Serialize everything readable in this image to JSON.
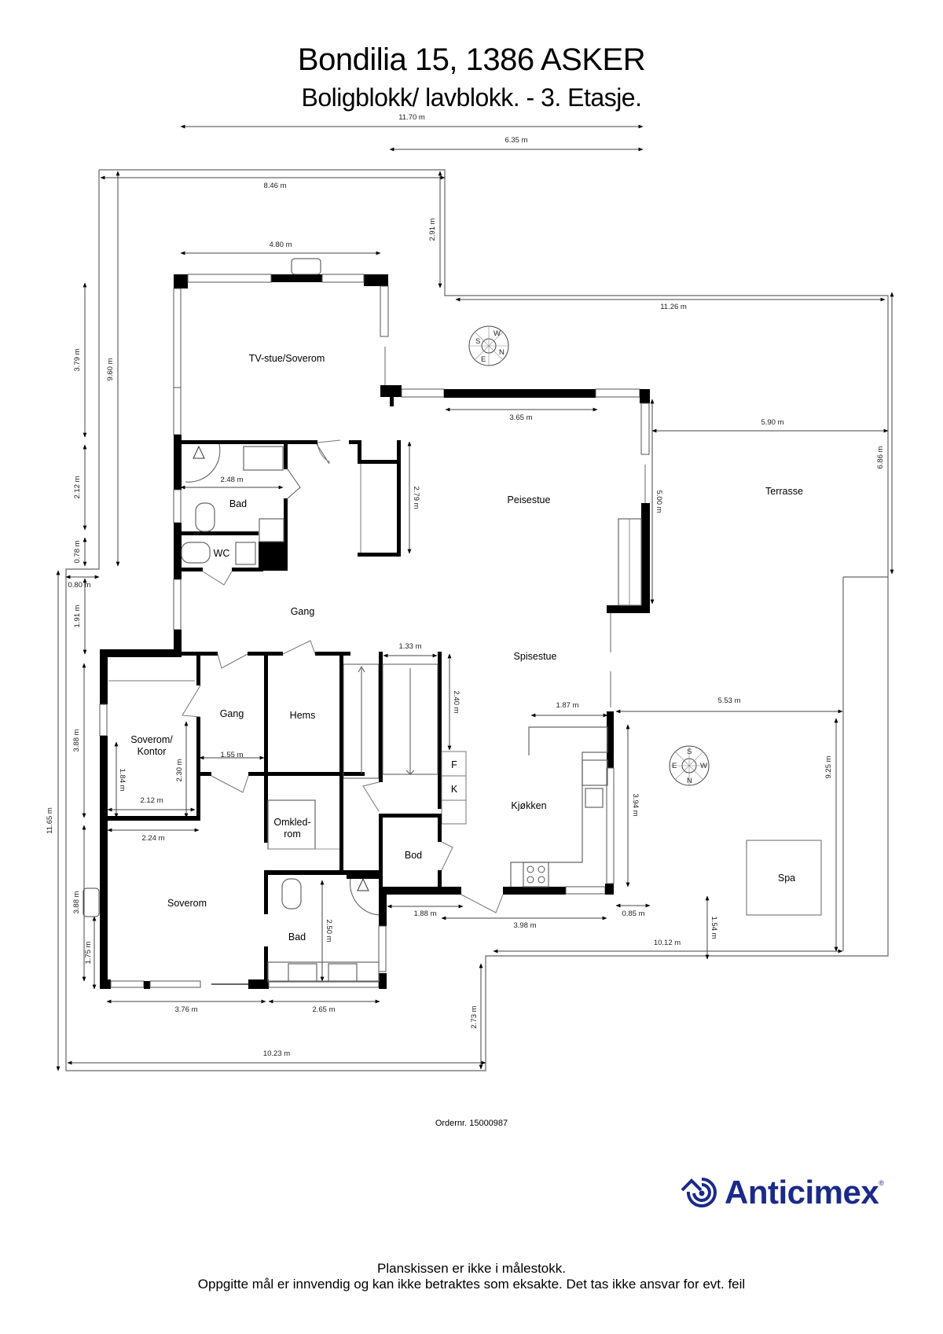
{
  "header": {
    "address": "Bondilia 15, 1386 ASKER",
    "subtitle": "Boligblokk/ lavblokk.  - 3. Etasje."
  },
  "rooms": {
    "tv_stue": "TV-stue/Soverom",
    "bad_upper": "Bad",
    "wc": "WC",
    "peisestue": "Peisestue",
    "terrasse": "Terrasse",
    "gang_main": "Gang",
    "spisestue": "Spisestue",
    "gang_small": "Gang",
    "hems": "Hems",
    "soverom_kontor_1": "Soverom/",
    "soverom_kontor_2": "Kontor",
    "omkled_1": "Omkled-",
    "omkled_2": "rom",
    "bod": "Bod",
    "kjokken": "Kjøkken",
    "spa": "Spa",
    "soverom": "Soverom",
    "bad_lower": "Bad",
    "fridge": "F",
    "freezer": "K"
  },
  "dimensions": {
    "d_11_70": "11.70 m",
    "d_6_35": "6.35 m",
    "d_8_46": "8.46 m",
    "d_2_91": "2.91 m",
    "d_4_80": "4.80 m",
    "d_11_26": "11.26 m",
    "d_3_79": "3.79 m",
    "d_9_60": "9.60 m",
    "d_3_65": "3.65 m",
    "d_5_90": "5.90 m",
    "d_6_86": "6.86 m",
    "d_2_48": "2.48 m",
    "d_2_12": "2.12 m",
    "d_2_79": "2.79 m",
    "d_5_00": "5.00 m",
    "d_0_78": "0.78 m",
    "d_0_80": "0.80 m",
    "d_1_91": "1.91 m",
    "d_1_33": "1.33 m",
    "d_2_40": "2.40 m",
    "d_1_87": "1.87 m",
    "d_5_53": "5.53 m",
    "d_3_88_a": "3.88 m",
    "d_1_55": "1.55 m",
    "d_1_84": "1.84 m",
    "d_2_30": "2.30 m",
    "d_2_12_b": "2.12 m",
    "d_2_24": "2.24 m",
    "d_11_65": "11.65 m",
    "d_3_94": "3.94 m",
    "d_9_25": "9.25 m",
    "d_3_88_b": "3.88 m",
    "d_2_50": "2.50 m",
    "d_1_88": "1.88 m",
    "d_3_98": "3.98 m",
    "d_0_85": "0.85 m",
    "d_1_54": "1.54 m",
    "d_10_12": "10.12 m",
    "d_1_75": "1.75 m",
    "d_3_76": "3.76 m",
    "d_2_65": "2.65 m",
    "d_2_73": "2.73 m",
    "d_10_23": "10.23 m"
  },
  "compass": {
    "north": "N",
    "south": "S",
    "east": "E",
    "west": "W"
  },
  "footer": {
    "order": "Ordernr. 15000987",
    "brand": "Anticimex",
    "brand_reg": "®",
    "brand_color": "#1a2a8a",
    "disclaimer_1": "Planskissen er ikke i målestokk.",
    "disclaimer_2": "Oppgitte mål er innvendig og kan ikke betraktes som eksakte. Det tas ikke ansvar for evt. feil"
  }
}
